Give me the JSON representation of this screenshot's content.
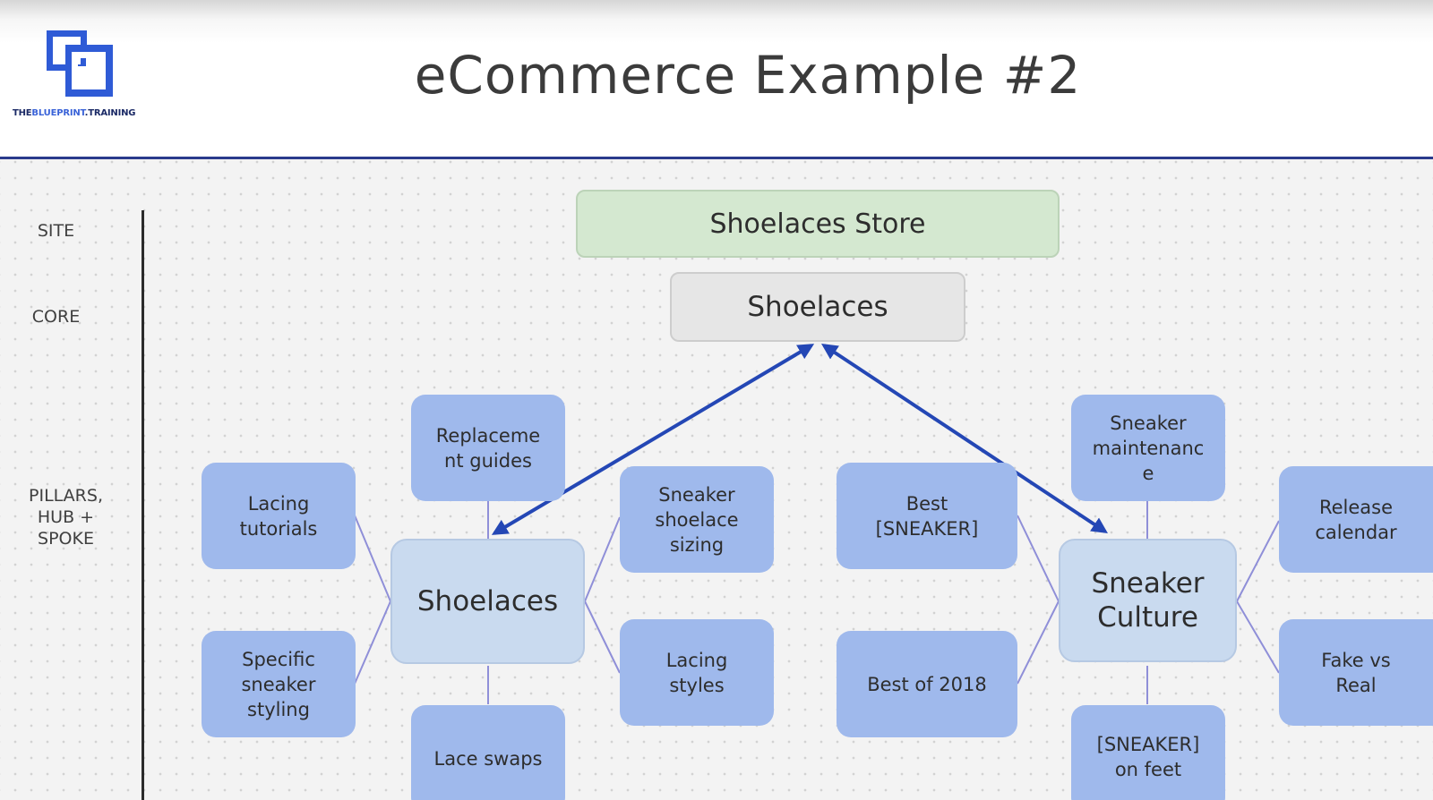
{
  "header": {
    "title": "eCommerce Example #2",
    "logo": {
      "icon": "blueprint-logo-icon",
      "text_prefix": "THE",
      "text_highlight": "BLUEPRINT",
      "text_suffix": ".TRAINING",
      "color": "#2f5bd6"
    }
  },
  "levels": {
    "site": "SITE",
    "core": "CORE",
    "pillars_line1": "PILLARS,",
    "pillars_line2": "HUB +",
    "pillars_line3": "SPOKE"
  },
  "diagram": {
    "site": "Shoelaces Store",
    "core": "Shoelaces",
    "hub_left": "Shoelaces",
    "hub_right_line1": "Sneaker",
    "hub_right_line2": "Culture",
    "left_spokes": {
      "replacement_guides": [
        "Replaceme",
        "nt guides"
      ],
      "lacing_tutorials": [
        "Lacing",
        "tutorials"
      ],
      "specific_sneaker_styling": [
        "Specific",
        "sneaker",
        "styling"
      ],
      "lace_swaps": [
        "Lace swaps"
      ],
      "sneaker_shoelace_sizing": [
        "Sneaker",
        "shoelace",
        "sizing"
      ],
      "lacing_styles": [
        "Lacing",
        "styles"
      ]
    },
    "right_spokes": {
      "best_sneaker": [
        "Best",
        "[SNEAKER]"
      ],
      "best_of_2018": [
        "Best of 2018"
      ],
      "sneaker_maintenance": [
        "Sneaker",
        "maintenanc",
        "e"
      ],
      "sneaker_on_feet": [
        "[SNEAKER]",
        "on feet"
      ],
      "release_calendar": [
        "Release",
        "calendar"
      ],
      "fake_vs_real": [
        "Fake vs",
        "Real"
      ]
    },
    "colors": {
      "arrow": "#2447b5",
      "connector": "#8f8fd8",
      "site_fill": "#d4e8d0",
      "core_fill": "#e6e6e6",
      "hub_fill": "#c9daef",
      "spoke_fill": "#9fb9ec"
    }
  }
}
